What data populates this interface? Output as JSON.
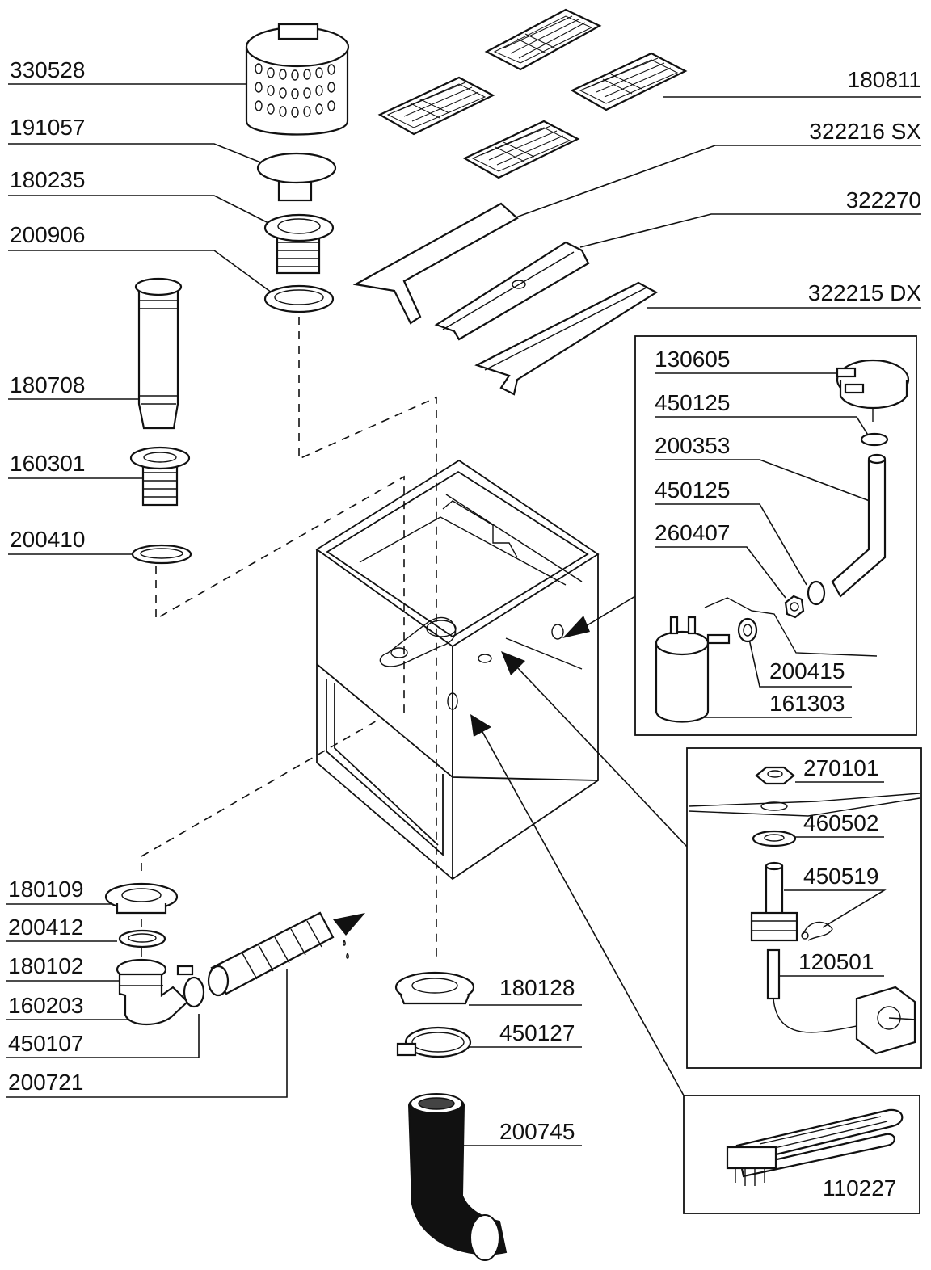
{
  "diagram": {
    "labels": {
      "p330528": "330528",
      "p191057": "191057",
      "p180235": "180235",
      "p200906": "200906",
      "p180708": "180708",
      "p160301": "160301",
      "p200410": "200410",
      "p180109": "180109",
      "p200412": "200412",
      "p180102": "180102",
      "p160203": "160203",
      "p450107": "450107",
      "p200721": "200721",
      "p180811": "180811",
      "p322216": "322216 SX",
      "p322270": "322270",
      "p322215": "322215 DX",
      "p130605": "130605",
      "p450125a": "450125",
      "p200353": "200353",
      "p450125b": "450125",
      "p260407": "260407",
      "p200415": "200415",
      "p161303": "161303",
      "p270101": "270101",
      "p460502": "460502",
      "p450519": "450519",
      "p120501": "120501",
      "p180128": "180128",
      "p450127": "450127",
      "p200745": "200745",
      "p110227": "110227"
    }
  }
}
